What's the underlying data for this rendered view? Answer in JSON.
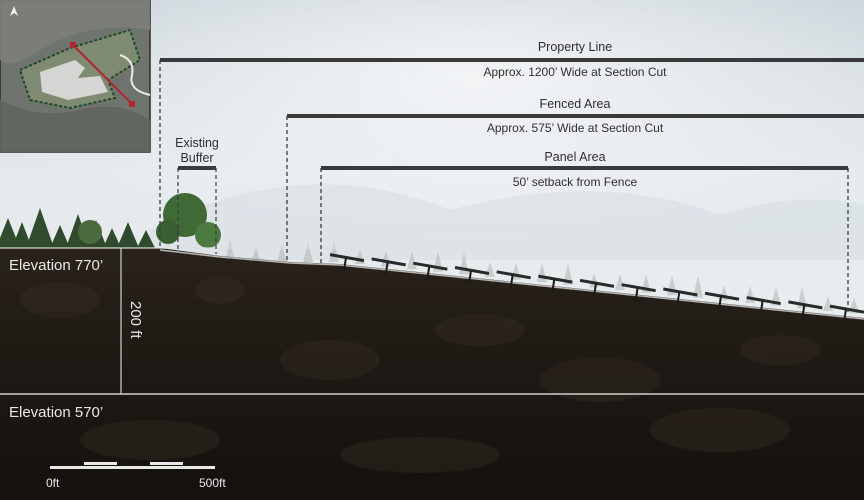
{
  "dimensions": [
    {
      "title": "Property Line",
      "subtitle": "Approx. 1200’ Wide at Section Cut"
    },
    {
      "title": "Fenced Area",
      "subtitle": "Approx. 575’ Wide at Section Cut"
    },
    {
      "title": "Panel Area",
      "subtitle": "50’ setback from Fence"
    }
  ],
  "buffer": {
    "line1": "Existing",
    "line2": "Buffer"
  },
  "elevations": {
    "top": "Elevation 770’",
    "bottom": "Elevation 570’",
    "span": "200 ft"
  },
  "scale_bar": {
    "start": "0ft",
    "end": "500ft"
  },
  "inset_map": {
    "north_label": "N"
  },
  "colors": {
    "ground": "#1e1914",
    "sky": "#dfe5e8",
    "dimension_line": "#3a3a3a",
    "inset_boundary": "#1f4a25",
    "section_line": "#b3262e"
  },
  "panel_rows": 13
}
